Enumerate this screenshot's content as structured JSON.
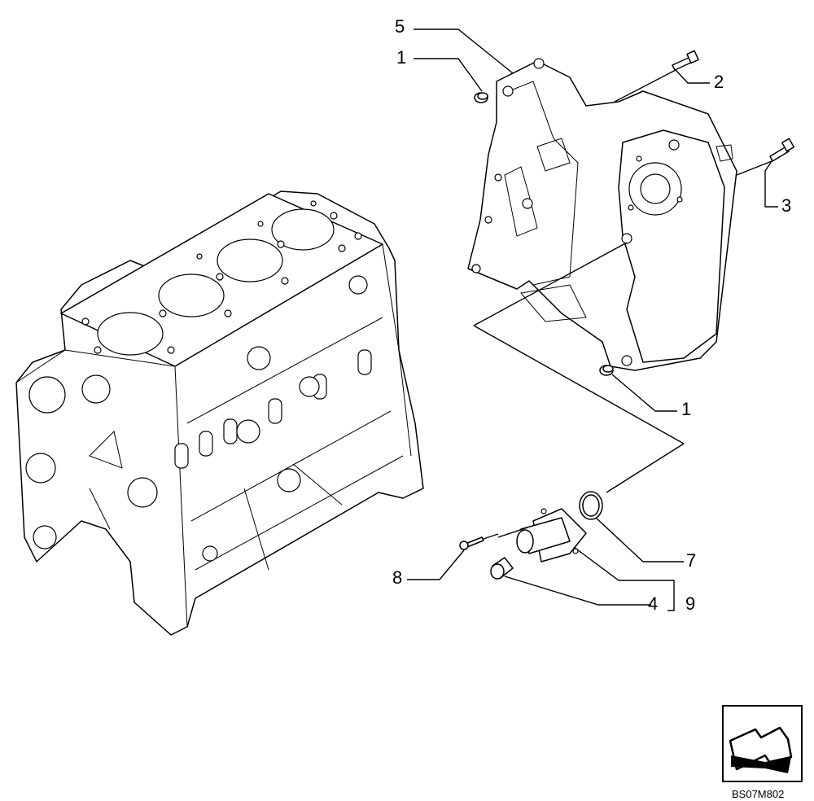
{
  "diagram": {
    "reference_code": "BS07M802",
    "callouts": [
      {
        "id": "c5",
        "label": "5"
      },
      {
        "id": "c1-top",
        "label": "1"
      },
      {
        "id": "c2",
        "label": "2"
      },
      {
        "id": "c3",
        "label": "3"
      },
      {
        "id": "c1-bottom",
        "label": "1"
      },
      {
        "id": "c7",
        "label": "7"
      },
      {
        "id": "c8",
        "label": "8"
      },
      {
        "id": "c4",
        "label": "4"
      },
      {
        "id": "c9",
        "label": "9"
      }
    ],
    "icons": {
      "nav": "page-turn-arrow-icon"
    }
  }
}
